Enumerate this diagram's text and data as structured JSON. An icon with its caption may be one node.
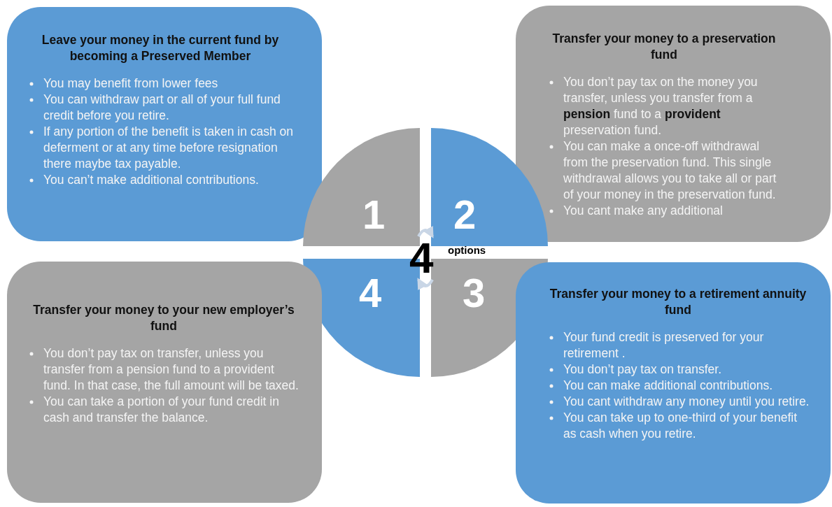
{
  "diagram": {
    "nodes": [
      {
        "text": [
          "Leave your money in the current fund by becoming a Preserved Member",
          "You may benefit from lower fees",
          "You can withdraw part or all of your full fund credit before you retire.",
          "If any portion of the benefit is taken in cash on deferment or at any time before resignation there maybe tax payable.",
          "You can’t make additional contributions."
        ]
      },
      {
        "text": [
          "Transfer your money to a preservation fund",
          "You don’t pay tax on the money you transfer, unless you transfer from a **pension** fund to a **provident** preservation fund.",
          "You can make a once-off withdrawal from the preservation fund.  This single withdrawal allows you to take all or part of your money in the preservation fund.",
          "You cant make any additional"
        ]
      },
      {
        "text": [
          "1"
        ]
      },
      {
        "text": [
          "2"
        ]
      },
      {
        "text": [
          "4"
        ]
      },
      {
        "text": [
          "3"
        ]
      },
      {
        "text": [
          "Transfer your money to your new employer’s fund",
          "You don’t pay tax on transfer, unless you transfer from a pension fund to a provident fund.  In that case, the full amount will be taxed.",
          "You can take a portion of your fund credit in cash and transfer the balance."
        ]
      },
      {
        "text": [
          "Transfer your money to a retirement annuity fund",
          "Your fund credit is preserved for your retirement .",
          "You don’t pay tax on transfer.",
          "You can make additional contributions.",
          "You cant withdraw any money until you retire.",
          "You can take up to one-third of your benefit as cash when you retire."
        ]
      }
    ],
    "edges": [
      {
        "from": 2,
        "to": 3,
        "arrow": "to"
      },
      {
        "from": 5,
        "to": 4,
        "arrow": "to"
      }
    ],
    "labels": [
      "4",
      "options"
    ]
  }
}
